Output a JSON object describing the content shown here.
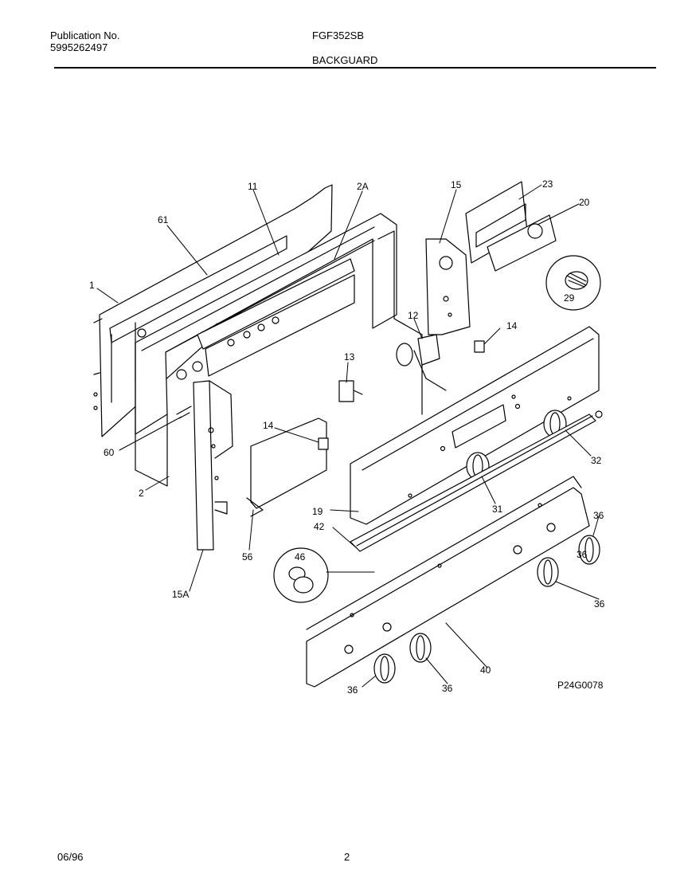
{
  "header": {
    "publication_label": "Publication No.",
    "publication_number": "5995262497",
    "model": "FGF352SB",
    "section_title": "BACKGUARD"
  },
  "diagram": {
    "callouts": [
      "1",
      "61",
      "11",
      "2A",
      "15",
      "23",
      "20",
      "29",
      "12",
      "14",
      "13",
      "14",
      "60",
      "2",
      "15A",
      "56",
      "19",
      "42",
      "46",
      "31",
      "32",
      "36",
      "36",
      "36",
      "36",
      "36",
      "40"
    ],
    "drawing_id": "P24G0078"
  },
  "footer": {
    "date": "06/96",
    "page": "2"
  }
}
